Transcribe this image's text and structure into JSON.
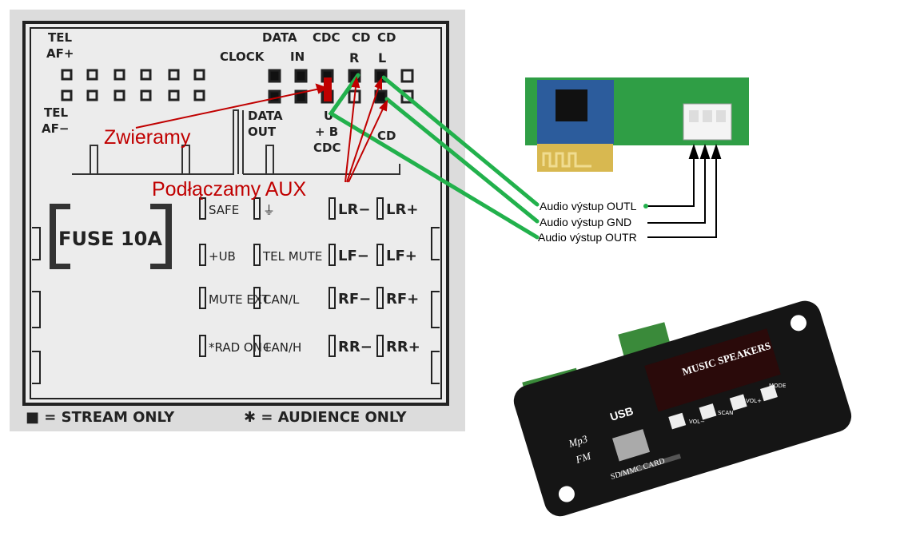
{
  "connector_panel": {
    "top_labels": {
      "tel_af_plus": [
        "TEL",
        "AF+"
      ],
      "tel_af_minus": [
        "TEL",
        "AF−"
      ],
      "data": "DATA",
      "cdc": "CDC",
      "cd_r": "CD",
      "cd_l": "CD",
      "clock": "CLOCK",
      "in": "IN",
      "r": "R",
      "l": "L",
      "data_out": [
        "DATA",
        "OUT"
      ],
      "ub_cdc": [
        "U",
        "+ B",
        "CDC"
      ],
      "gnd_cd": "CD"
    },
    "fuse": "FUSE 10A",
    "pin_rows": [
      [
        "SAFE",
        "⏚",
        "LR−",
        "LR+"
      ],
      [
        "+UB",
        "TEL MUTE",
        "LF−",
        "LF+"
      ],
      [
        "MUTE EXT",
        "CAN/L",
        "RF−",
        "RF+"
      ],
      [
        "*RAD ON+",
        "CAN/H",
        "RR−",
        "RR+"
      ]
    ],
    "legend_stream": "■ = STREAM ONLY",
    "legend_audience": "✱ = AUDIENCE ONLY"
  },
  "annotations": {
    "short": "Zwieramy",
    "connect_aux": "Podłączamy AUX",
    "color_red": "#c00000",
    "color_green": "#22b14c"
  },
  "module_labels": [
    "Audio výstup OUTL",
    "Audio výstup GND",
    "Audio výstup OUTR"
  ],
  "mp3_module": {
    "title": "MUSIC SPEAKERS",
    "usb": "USB",
    "logo": [
      "Mp3",
      "FM"
    ],
    "card": "SD/MMC CARD",
    "buttons": [
      "VOL−",
      "SCAN",
      "VOL+",
      "MODE"
    ]
  }
}
